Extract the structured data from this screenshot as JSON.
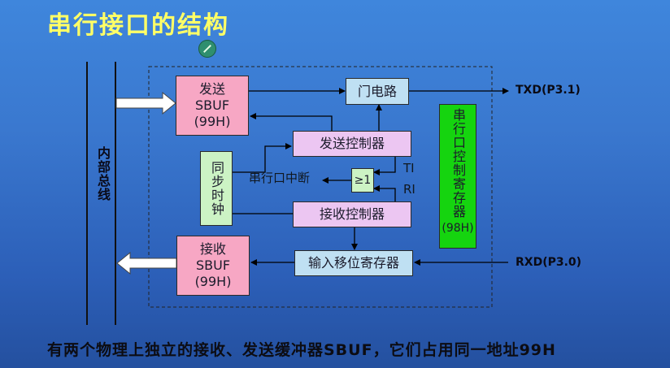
{
  "title": "串行接口的结构",
  "bus_label": "内部总线",
  "send_sbuf": {
    "line1": "发送",
    "line2": "SBUF",
    "line3": "(99H)"
  },
  "recv_sbuf": {
    "line1": "接收",
    "line2": "SBUF",
    "line3": "(99H)"
  },
  "gate": "门电路",
  "send_controller": "发送控制器",
  "recv_controller": "接收控制器",
  "sync_clock": "同步时钟",
  "or_gate": "≥1",
  "interrupt_label": "串行口中断",
  "ti": "TI",
  "ri": "RI",
  "scon_line1": "串行口控制寄存器",
  "scon_line2": "(98H)",
  "shift_register": "输入移位寄存器",
  "txd": "TXD(P3.1)",
  "rxd": "RXD(P3.0)",
  "footer": "有两个物理上独立的接收、发送缓冲器SBUF，它们占用同一地址99H",
  "colors": {
    "title": "#ffff66",
    "sbuf": "#f7a7c4",
    "controller": "#ecc6f2",
    "shift_register": "#bfe0f3",
    "sync_clock": "#ccf3c4",
    "scon": "#15d40f"
  }
}
